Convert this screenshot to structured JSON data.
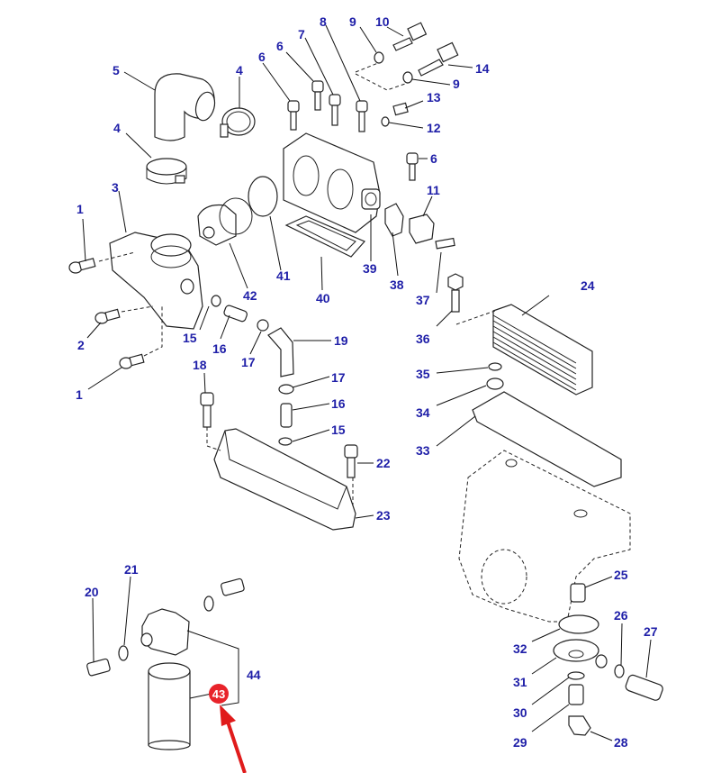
{
  "diagram": {
    "title": "Engine cooling / oil filter exploded parts diagram",
    "label_color": "#1f1fa8",
    "highlight_color": "#e8232a",
    "arrow_color": "#e01b1b",
    "highlighted_part": "43",
    "callouts": [
      {
        "id": "c1a",
        "label": "1"
      },
      {
        "id": "c1b",
        "label": "1"
      },
      {
        "id": "c2",
        "label": "2"
      },
      {
        "id": "c3",
        "label": "3"
      },
      {
        "id": "c4a",
        "label": "4"
      },
      {
        "id": "c4b",
        "label": "4"
      },
      {
        "id": "c5",
        "label": "5"
      },
      {
        "id": "c6a",
        "label": "6"
      },
      {
        "id": "c6b",
        "label": "6"
      },
      {
        "id": "c6c",
        "label": "6"
      },
      {
        "id": "c7",
        "label": "7"
      },
      {
        "id": "c8",
        "label": "8"
      },
      {
        "id": "c9a",
        "label": "9"
      },
      {
        "id": "c9b",
        "label": "9"
      },
      {
        "id": "c10",
        "label": "10"
      },
      {
        "id": "c11",
        "label": "11"
      },
      {
        "id": "c12",
        "label": "12"
      },
      {
        "id": "c13",
        "label": "13"
      },
      {
        "id": "c14",
        "label": "14"
      },
      {
        "id": "c15a",
        "label": "15"
      },
      {
        "id": "c15b",
        "label": "15"
      },
      {
        "id": "c16a",
        "label": "16"
      },
      {
        "id": "c16b",
        "label": "16"
      },
      {
        "id": "c17a",
        "label": "17"
      },
      {
        "id": "c17b",
        "label": "17"
      },
      {
        "id": "c18",
        "label": "18"
      },
      {
        "id": "c19",
        "label": "19"
      },
      {
        "id": "c20",
        "label": "20"
      },
      {
        "id": "c21",
        "label": "21"
      },
      {
        "id": "c22",
        "label": "22"
      },
      {
        "id": "c23",
        "label": "23"
      },
      {
        "id": "c24",
        "label": "24"
      },
      {
        "id": "c25",
        "label": "25"
      },
      {
        "id": "c26",
        "label": "26"
      },
      {
        "id": "c27",
        "label": "27"
      },
      {
        "id": "c28",
        "label": "28"
      },
      {
        "id": "c29",
        "label": "29"
      },
      {
        "id": "c30",
        "label": "30"
      },
      {
        "id": "c31",
        "label": "31"
      },
      {
        "id": "c32",
        "label": "32"
      },
      {
        "id": "c33",
        "label": "33"
      },
      {
        "id": "c34",
        "label": "34"
      },
      {
        "id": "c35",
        "label": "35"
      },
      {
        "id": "c36",
        "label": "36"
      },
      {
        "id": "c37",
        "label": "37"
      },
      {
        "id": "c38",
        "label": "38"
      },
      {
        "id": "c39",
        "label": "39"
      },
      {
        "id": "c40",
        "label": "40"
      },
      {
        "id": "c41",
        "label": "41"
      },
      {
        "id": "c42",
        "label": "42"
      },
      {
        "id": "c43",
        "label": "43"
      },
      {
        "id": "c44",
        "label": "44"
      }
    ]
  }
}
